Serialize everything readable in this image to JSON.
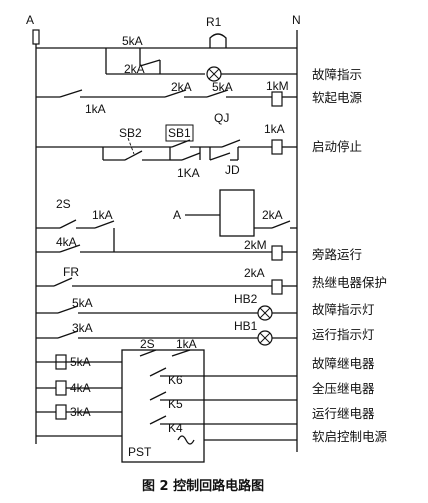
{
  "rails": {
    "left_label": "A",
    "right_label": "N"
  },
  "contacts": {
    "k5_top": "5kA",
    "k2_top": "2kA",
    "r1": "R1",
    "k1_softstart": "1kA",
    "k2_softstart": "2kA",
    "k5_softstart": "5kA",
    "km1_softstart": "1kM",
    "sb2": "SB2",
    "sb1": "SB1",
    "qj": "QJ",
    "k1_start": "1kA",
    "k1a_start": "1KA",
    "jd": "JD",
    "s2_bypass": "2S",
    "k1_bypass": "1kA",
    "a_block": "A",
    "k2_bypass": "2kA",
    "k4_bypass": "4kA",
    "km2_bypass": "2kM",
    "fr": "FR",
    "k2_thermal": "2kA",
    "k5_faultlamp": "5kA",
    "hb2": "HB2",
    "k3_runlamp": "3kA",
    "hb1": "HB1",
    "s2_pst": "2S",
    "k1_pst": "1kA",
    "k5_relay": "5kA",
    "k6": "K6",
    "k4_relay": "4kA",
    "k5_coil": "K5",
    "k3_relay": "3kA",
    "k4_coil": "K4",
    "pst": "PST"
  },
  "row_labels": {
    "fault_indicator": "故障指示",
    "softstart_power": "软起电源",
    "start_stop": "启动停止",
    "bypass_run": "旁路运行",
    "thermal_protect": "热继电器保护",
    "fault_lamp": "故障指示灯",
    "run_lamp": "运行指示灯",
    "fault_relay": "故障继电器",
    "full_voltage_relay": "全压继电器",
    "run_relay": "运行继电器",
    "softstart_control_power": "软启控制电源"
  },
  "caption": "图 2   控制回路电路图"
}
